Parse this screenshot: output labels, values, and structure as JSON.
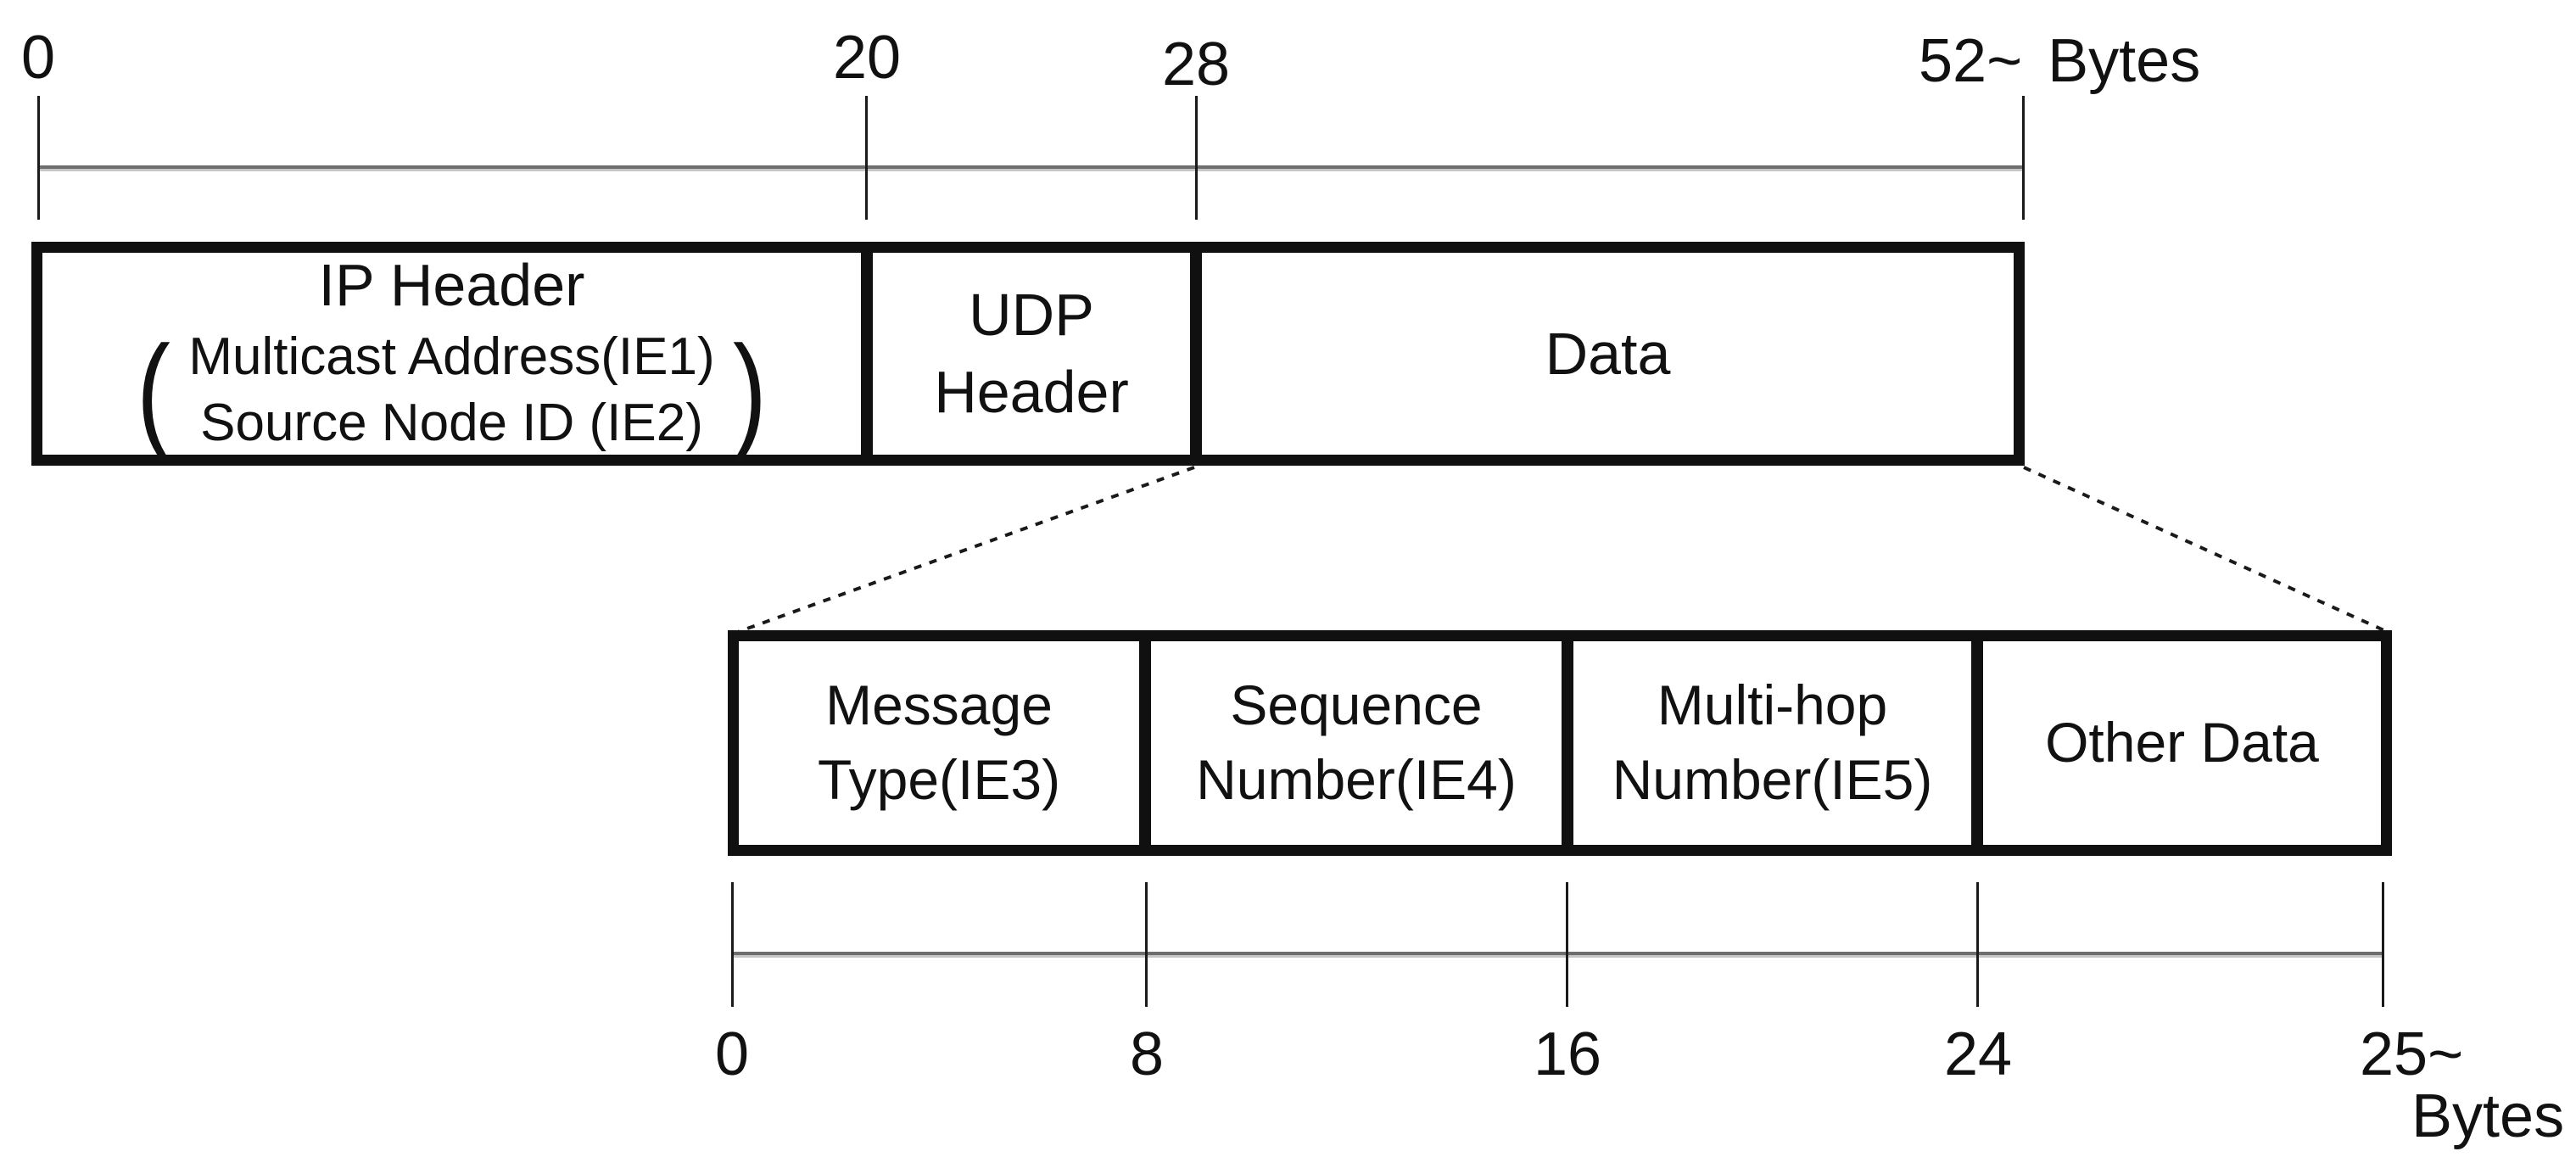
{
  "diagram": {
    "top_ruler": {
      "ticks": [
        {
          "label": "0"
        },
        {
          "label": "20"
        },
        {
          "label": "28"
        },
        {
          "label": "52~"
        }
      ],
      "unit": "Bytes"
    },
    "packet_fields": {
      "ip": {
        "title": "IP Header",
        "paren_open": "(",
        "paren_close": ")",
        "sub1": "Multicast Address(IE1)",
        "sub2": "Source Node ID (IE2)"
      },
      "udp": {
        "line1": "UDP",
        "line2": "Header"
      },
      "data": {
        "label": "Data"
      }
    },
    "payload_fields": {
      "message_type": {
        "line1": "Message",
        "line2": "Type(IE3)"
      },
      "sequence_number": {
        "line1": "Sequence",
        "line2": "Number(IE4)"
      },
      "multi_hop_number": {
        "line1": "Multi-hop",
        "line2": "Number(IE5)"
      },
      "other_data": {
        "label": "Other Data"
      }
    },
    "bottom_ruler": {
      "ticks": [
        {
          "label": "0"
        },
        {
          "label": "8"
        },
        {
          "label": "16"
        },
        {
          "label": "24"
        },
        {
          "label": "25~"
        }
      ],
      "unit": "Bytes"
    },
    "colors": {
      "background": "#ffffff",
      "box_border": "#101010",
      "ruler_line": "#6d6d6d",
      "ruler_line_light": "#c6c6c6",
      "text": "#111111"
    }
  }
}
